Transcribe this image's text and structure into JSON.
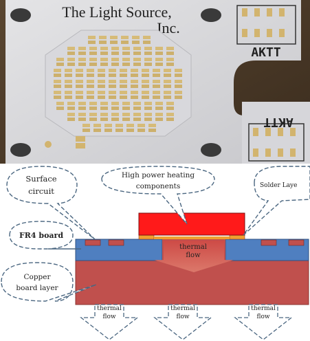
{
  "photo": {
    "brand_line1": "The Light Source,",
    "brand_line2": "Inc.",
    "mark_top": "AKTT",
    "mark_bottom": "AKTT"
  },
  "diagram": {
    "callouts": {
      "surface_circuit_1": "Surface",
      "surface_circuit_2": "circuit",
      "heating_1": "High power heating",
      "heating_2": "components",
      "solder": "Solder Laye",
      "fr4": "FR4 board",
      "copper_1": "Copper",
      "copper_2": "board layer"
    },
    "center_flow_1": "thermal",
    "center_flow_2": "flow",
    "bottom_flows": [
      {
        "l1": "thermal",
        "l2": "flow"
      },
      {
        "l1": "thermal",
        "l2": "flow"
      },
      {
        "l1": "thermal",
        "l2": "flow"
      }
    ],
    "colors": {
      "component": "#ff1a1a",
      "fr4": "#4f7fc0",
      "copper": "#c0504d",
      "pad": "#c0504d",
      "solder": "#f0a030",
      "callout_stroke": "#4a6680"
    }
  }
}
